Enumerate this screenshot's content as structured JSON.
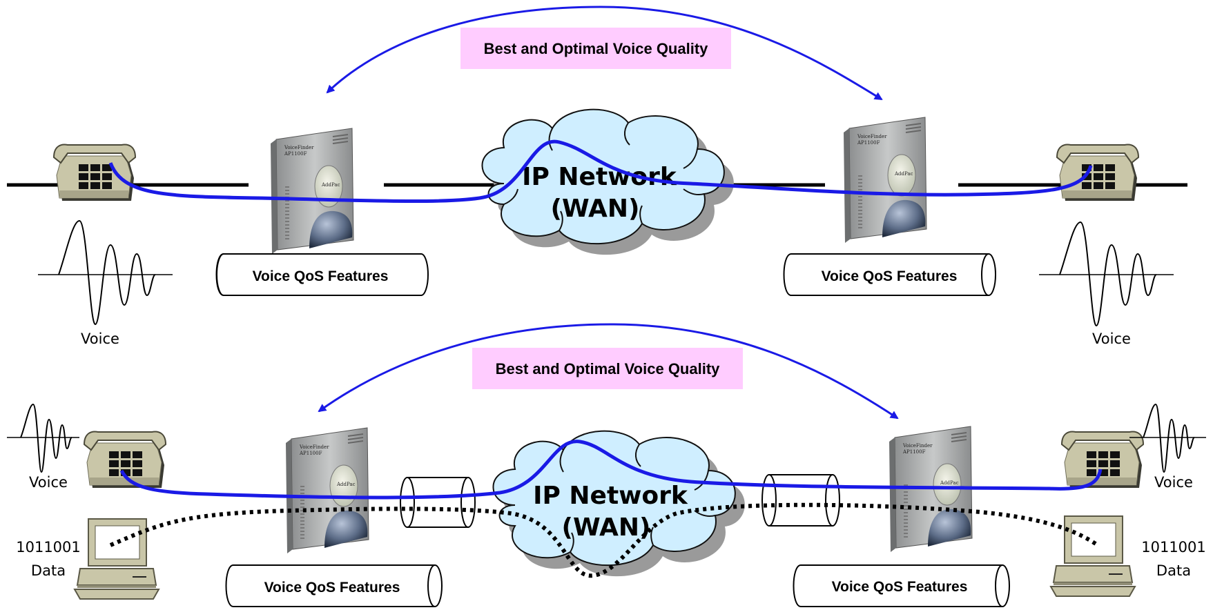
{
  "colors": {
    "voice_path": "#1a1ae6",
    "arrow": "#1a1ae6",
    "banner_bg": "#ffccff",
    "cloud_fill": "#cfeeff",
    "cloud_shadow": "#9a9a9a",
    "phone_body": "#c9c6a8",
    "device_body": "#a9abab"
  },
  "top": {
    "banner": "Best and Optimal Voice Quality",
    "cloud_line1": "IP Network",
    "cloud_line2": "(WAN)",
    "qos_left": "Voice QoS Features",
    "qos_right": "Voice QoS Features",
    "voice_left": "Voice",
    "voice_right": "Voice"
  },
  "bottom": {
    "banner": "Best and Optimal Voice Quality",
    "cloud_line1": "IP Network",
    "cloud_line2": "(WAN)",
    "qos_left": "Voice QoS Features",
    "qos_right": "Voice QoS Features",
    "voice_left": "Voice",
    "voice_right": "Voice",
    "data_bits_left": "1011001",
    "data_label_left": "Data",
    "data_bits_right": "1011001",
    "data_label_right": "Data"
  },
  "device": {
    "brand": "VoiceFinder",
    "model": "AP1100F",
    "maker": "AddPac"
  },
  "icons": {
    "phone": "telephone-icon",
    "gateway": "voip-gateway-icon",
    "computer": "computer-icon",
    "cloud": "ip-network-cloud-icon",
    "waveform": "voice-waveform-icon",
    "pipe": "qos-pipe-icon"
  }
}
